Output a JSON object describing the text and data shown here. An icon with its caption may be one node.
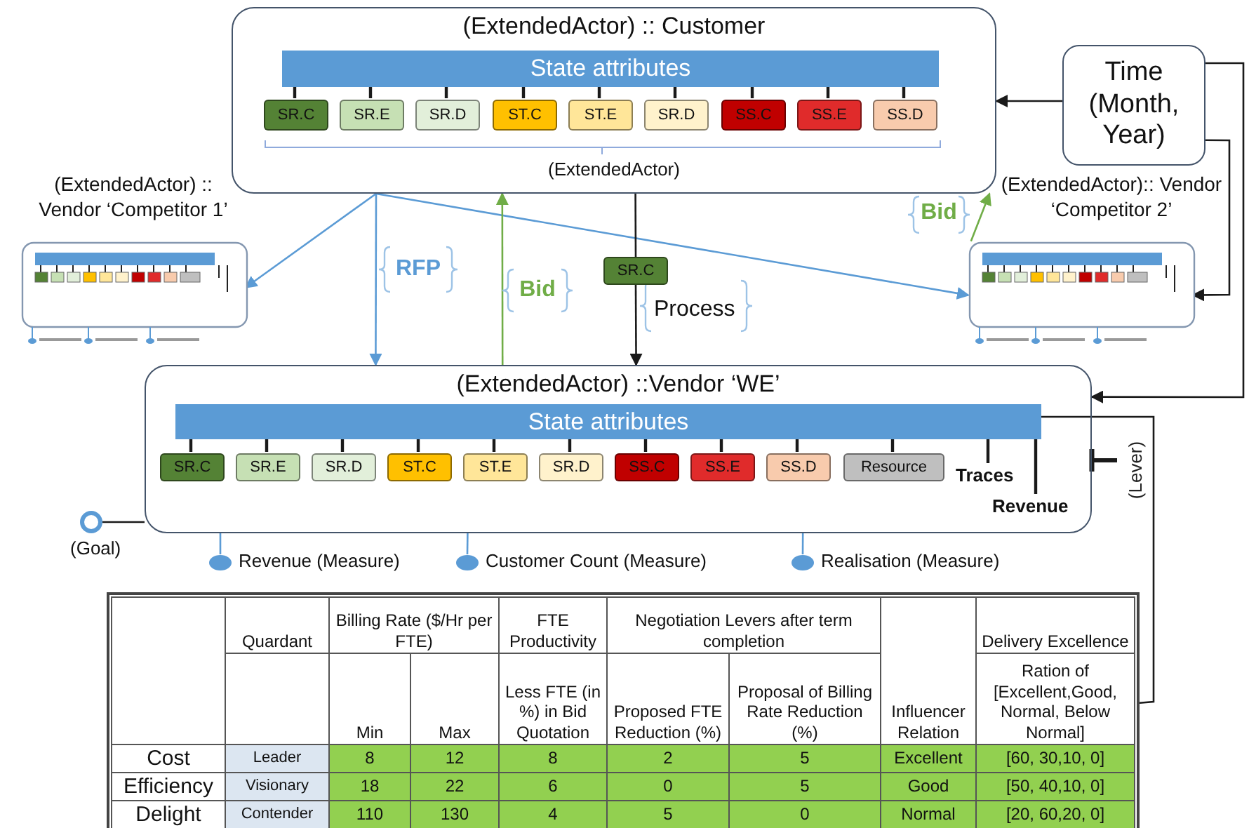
{
  "diagram": {
    "nodes": [
      {
        "text": [
          "(ExtendedActor) :: Customer",
          "(ExtendedActor)"
        ]
      },
      {
        "text": [
          "State attributes"
        ],
        "in": 0
      },
      {
        "text": [
          "SR.C"
        ],
        "in": 0
      },
      {
        "text": [
          "SR.E"
        ],
        "in": 0
      },
      {
        "text": [
          "SR.D"
        ],
        "in": 0
      },
      {
        "text": [
          "ST.C"
        ],
        "in": 0
      },
      {
        "text": [
          "ST.E"
        ],
        "in": 0
      },
      {
        "text": [
          "SR.D"
        ],
        "in": 0
      },
      {
        "text": [
          "SS.C"
        ],
        "in": 0
      },
      {
        "text": [
          "SS.E"
        ],
        "in": 0
      },
      {
        "text": [
          "SS.D"
        ],
        "in": 0
      },
      {
        "text": [
          "Time (Month, Year)"
        ]
      },
      {
        "text": [
          "(ExtendedActor) :: Vendor ‘Competitor 1’"
        ]
      },
      {
        "text": [
          "(ExtendedActor):: Vendor ‘Competitor 2’"
        ]
      },
      {
        "text": [
          "SR.C"
        ],
        "beside": [
          "Process"
        ]
      },
      {
        "text": [
          "(ExtendedActor) ::Vendor ‘WE’"
        ]
      },
      {
        "text": [
          "State attributes"
        ],
        "in": 15
      },
      {
        "text": [
          "SR.C"
        ],
        "in": 15
      },
      {
        "text": [
          "SR.E"
        ],
        "in": 15
      },
      {
        "text": [
          "SR.D"
        ],
        "in": 15
      },
      {
        "text": [
          "ST.C"
        ],
        "in": 15
      },
      {
        "text": [
          "ST.E"
        ],
        "in": 15
      },
      {
        "text": [
          "SR.D"
        ],
        "in": 15
      },
      {
        "text": [
          "SS.C"
        ],
        "in": 15
      },
      {
        "text": [
          "SS.E"
        ],
        "in": 15
      },
      {
        "text": [
          "SS.D"
        ],
        "in": 15
      },
      {
        "text": [
          "Resource"
        ],
        "in": 15
      },
      {
        "text": [
          "Traces"
        ],
        "in": 15
      },
      {
        "text": [
          "Revenue"
        ],
        "in": 15
      },
      {
        "text": [],
        "shape": "circle",
        "beside": [
          "(Goal)"
        ]
      },
      {
        "text": [],
        "shape": "circle",
        "beside": [
          "Revenue (Measure)"
        ]
      },
      {
        "text": [],
        "shape": "circle",
        "beside": [
          "Customer Count (Measure)"
        ]
      },
      {
        "text": [],
        "shape": "circle",
        "beside": [
          "Realisation (Measure)"
        ]
      },
      {
        "text": [],
        "shape": "box"
      }
    ],
    "edges": [
      {
        "from": 0,
        "to": 12,
        "arrow": "to",
        "color": "#5b9bd5"
      },
      {
        "from": 0,
        "to": 15,
        "arrow": "to",
        "label": "RFP",
        "color": "#5b9bd5"
      },
      {
        "from": 0,
        "to": 13,
        "arrow": "to",
        "color": "#5b9bd5"
      },
      {
        "from": 15,
        "to": 0,
        "arrow": "to",
        "label": "Bid",
        "color": "#70ad47"
      },
      {
        "from": 13,
        "to": 0,
        "arrow": "to",
        "label": "Bid",
        "color": "#70ad47"
      },
      {
        "from": 0,
        "to": 14,
        "arrow": "none"
      },
      {
        "from": 14,
        "to": 15,
        "arrow": "to"
      },
      {
        "from": 11,
        "to": 0,
        "arrow": "to"
      },
      {
        "from": 11,
        "to": 13,
        "arrow": "to"
      },
      {
        "from": 11,
        "to": 15,
        "arrow": "to"
      },
      {
        "from": 15,
        "to": 29,
        "arrow": "none"
      },
      {
        "from": 15,
        "to": 30,
        "arrow": "none",
        "color": "#5b9bd5"
      },
      {
        "from": 15,
        "to": 31,
        "arrow": "none",
        "color": "#5b9bd5"
      },
      {
        "from": 15,
        "to": 32,
        "arrow": "none",
        "color": "#5b9bd5"
      },
      {
        "from": 16,
        "to": 33,
        "arrow": "none",
        "label": "(Lever)"
      },
      {
        "from": null,
        "to": 15,
        "arrow": "other"
      },
      {
        "from": 1,
        "to": 2,
        "arrow": "none"
      },
      {
        "from": 1,
        "to": 3,
        "arrow": "none"
      },
      {
        "from": 1,
        "to": 4,
        "arrow": "none"
      },
      {
        "from": 1,
        "to": 5,
        "arrow": "none"
      },
      {
        "from": 1,
        "to": 6,
        "arrow": "none"
      },
      {
        "from": 1,
        "to": 7,
        "arrow": "none"
      },
      {
        "from": 1,
        "to": 8,
        "arrow": "none"
      },
      {
        "from": 1,
        "to": 9,
        "arrow": "none"
      },
      {
        "from": 1,
        "to": 10,
        "arrow": "none"
      },
      {
        "from": 16,
        "to": 17,
        "arrow": "none"
      },
      {
        "from": 16,
        "to": 18,
        "arrow": "none"
      },
      {
        "from": 16,
        "to": 19,
        "arrow": "none"
      },
      {
        "from": 16,
        "to": 20,
        "arrow": "none"
      },
      {
        "from": 16,
        "to": 21,
        "arrow": "none"
      },
      {
        "from": 16,
        "to": 22,
        "arrow": "none"
      },
      {
        "from": 16,
        "to": 23,
        "arrow": "none"
      },
      {
        "from": 16,
        "to": 24,
        "arrow": "none"
      },
      {
        "from": 16,
        "to": 25,
        "arrow": "none"
      },
      {
        "from": 16,
        "to": 26,
        "arrow": "none"
      },
      {
        "from": 16,
        "to": 27,
        "arrow": "none"
      },
      {
        "from": 16,
        "to": 28,
        "arrow": "none"
      }
    ],
    "labels": [
      "Quardant",
      "Billing Rate ($/Hr per FTE)",
      "FTE Productivity",
      "Negotiation Levers after term completion",
      "Delivery Excellence",
      "Min",
      "Max",
      "Less FTE (in %) in Bid Quotation",
      "Proposed FTE Reduction (%)",
      "Proposal of Billing Rate Reduction (%)",
      "Influencer Relation",
      "Ration of [Excellent,Good, Normal, Below Normal]",
      "Cost",
      "Leader",
      "8",
      "12",
      "8",
      "2",
      "5",
      "Excellent",
      "[60, 30,10, 0]",
      "Efficiency",
      "Visionary",
      "18",
      "22",
      "6",
      "0",
      "5",
      "Good",
      "[50, 40,10, 0]",
      "Delight",
      "Contender",
      "110",
      "130",
      "4",
      "5",
      "0",
      "Normal",
      "[20, 60,20, 0]"
    ]
  }
}
